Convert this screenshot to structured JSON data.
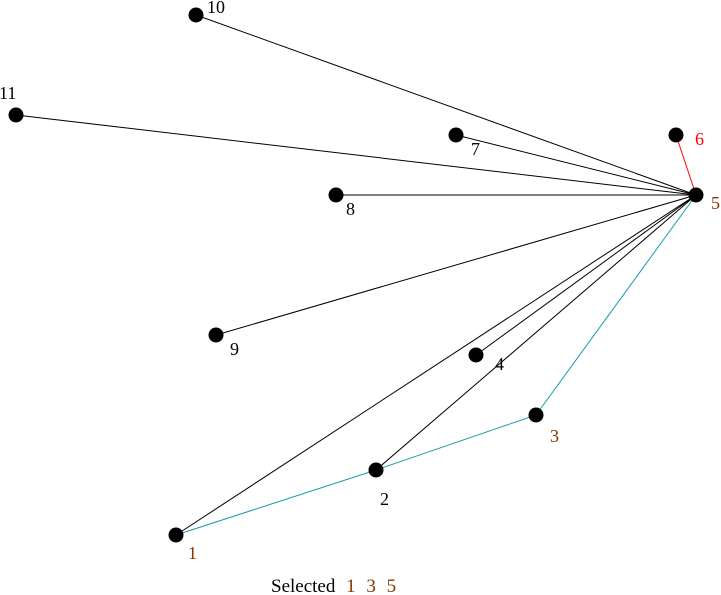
{
  "colors": {
    "edge": "#000000",
    "path_edge": "#1a9aaa",
    "highlight_edge": "#ff0000",
    "selected_label": "#8b3300",
    "highlight_label": "#ff0000",
    "node": "#000000"
  },
  "nodes": [
    {
      "id": "1",
      "state": "selected"
    },
    {
      "id": "2",
      "state": "normal"
    },
    {
      "id": "3",
      "state": "selected"
    },
    {
      "id": "4",
      "state": "normal"
    },
    {
      "id": "5",
      "state": "selected"
    },
    {
      "id": "6",
      "state": "highlight"
    },
    {
      "id": "7",
      "state": "normal"
    },
    {
      "id": "8",
      "state": "normal"
    },
    {
      "id": "9",
      "state": "normal"
    },
    {
      "id": "10",
      "state": "normal"
    },
    {
      "id": "11",
      "state": "normal"
    }
  ],
  "edges": [
    {
      "from": "5",
      "to": "10",
      "type": "edge"
    },
    {
      "from": "5",
      "to": "11",
      "type": "edge"
    },
    {
      "from": "5",
      "to": "7",
      "type": "edge"
    },
    {
      "from": "5",
      "to": "8",
      "type": "edge"
    },
    {
      "from": "5",
      "to": "9",
      "type": "edge"
    },
    {
      "from": "5",
      "to": "4",
      "type": "edge"
    },
    {
      "from": "5",
      "to": "2",
      "type": "edge"
    },
    {
      "from": "5",
      "to": "1",
      "type": "edge"
    },
    {
      "from": "5",
      "to": "6",
      "type": "highlight_edge"
    },
    {
      "from": "5",
      "to": "3",
      "type": "path_edge"
    },
    {
      "from": "3",
      "to": "2",
      "type": "path_edge"
    },
    {
      "from": "2",
      "to": "1",
      "type": "path_edge"
    }
  ],
  "status": {
    "label": "Selected",
    "selected": [
      "1",
      "3",
      "5"
    ]
  }
}
